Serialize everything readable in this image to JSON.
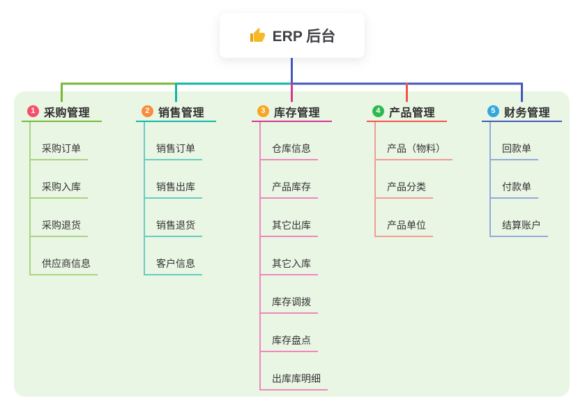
{
  "root": {
    "label": "ERP 后台",
    "icon": "thumbs-up-icon"
  },
  "branches": [
    {
      "number": "1",
      "title": "采购管理",
      "children": [
        "采购订单",
        "采购入库",
        "采购退货",
        "供应商信息"
      ]
    },
    {
      "number": "2",
      "title": "销售管理",
      "children": [
        "销售订单",
        "销售出库",
        "销售退货",
        "客户信息"
      ]
    },
    {
      "number": "3",
      "title": "库存管理",
      "children": [
        "仓库信息",
        "产品库存",
        "其它出库",
        "其它入库",
        "库存调拨",
        "库存盘点",
        "出库库明细"
      ]
    },
    {
      "number": "4",
      "title": "产品管理",
      "children": [
        "产品（物料）",
        "产品分类",
        "产品单位"
      ]
    },
    {
      "number": "5",
      "title": "财务管理",
      "children": [
        "回款单",
        "付款单",
        "结算账户"
      ]
    }
  ],
  "colors": {
    "page_background": "#FFFFFF",
    "panel_background": "#EAF6E4",
    "root_card_background": "#FFFFFF",
    "text": "#333333",
    "thumb_icon": "#F7B928",
    "branch1": {
      "line": "#76B837",
      "line_light": "#A9D283",
      "badge": "#F4506C"
    },
    "branch2": {
      "line": "#10B5A5",
      "line_light": "#66CBC0",
      "badge": "#F78C3D"
    },
    "branch3": {
      "line": "#D8358F",
      "line_light": "#EE86BE",
      "badge": "#F7A624"
    },
    "branch4": {
      "line": "#F4524B",
      "line_light": "#F29B94",
      "badge": "#2EB84F"
    },
    "branch5": {
      "line": "#4457BE",
      "line_light": "#92A9DB",
      "badge": "#32A7DC"
    }
  }
}
